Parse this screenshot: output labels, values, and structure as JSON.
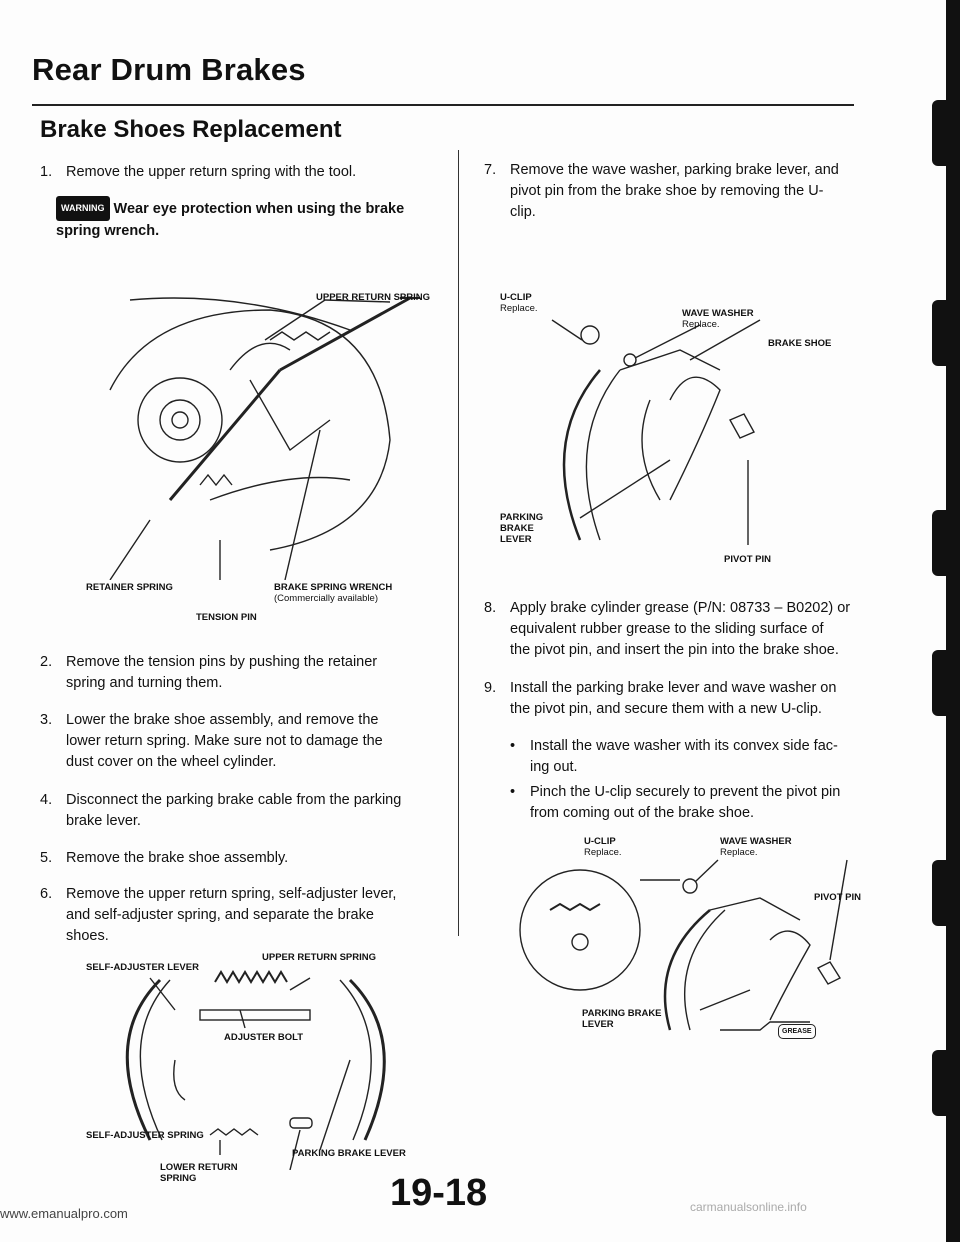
{
  "header": {
    "title": "Rear Drum Brakes",
    "subtitle": "Brake Shoes Replacement"
  },
  "warning": {
    "badge": "WARNING",
    "text": "Wear eye protection when using the brake spring wrench."
  },
  "steps": [
    {
      "num": "1.",
      "lines": [
        "Remove the upper return spring with the tool."
      ]
    },
    {
      "num": "2.",
      "lines": [
        "Remove the tension pins by pushing the retainer",
        "spring and turning them."
      ]
    },
    {
      "num": "3.",
      "lines": [
        "Lower the brake shoe assembly, and remove the",
        "lower return spring. Make sure not to damage the",
        "dust cover on the wheel cylinder."
      ]
    },
    {
      "num": "4.",
      "lines": [
        "Disconnect the parking brake cable from the parking",
        "brake lever."
      ]
    },
    {
      "num": "5.",
      "lines": [
        "Remove the brake shoe assembly."
      ]
    },
    {
      "num": "6.",
      "lines": [
        "Remove the upper return spring, self-adjuster lever,",
        "and self-adjuster spring, and separate the brake",
        "shoes."
      ]
    },
    {
      "num": "7.",
      "lines": [
        "Remove the wave washer, parking brake lever, and",
        "pivot pin from the brake shoe by removing the U-",
        "clip."
      ]
    },
    {
      "num": "8.",
      "lines": [
        "Apply brake cylinder grease (P/N: 08733 – B0202) or",
        "equivalent rubber grease to the sliding surface of",
        "the pivot pin, and insert the pin into the brake shoe."
      ]
    },
    {
      "num": "9.",
      "lines": [
        "Install the parking brake lever and wave washer on",
        "the pivot pin, and secure them with a new U-clip."
      ]
    }
  ],
  "bullets": [
    {
      "lines": [
        "Install the wave washer with its convex side fac-",
        "ing out."
      ]
    },
    {
      "lines": [
        "Pinch the U-clip securely to prevent the pivot pin",
        "from coming out of the brake shoe."
      ]
    }
  ],
  "fig1": {
    "upper_return_spring": "UPPER RETURN SPRING",
    "retainer_spring": "RETAINER SPRING",
    "wrench": "BRAKE SPRING WRENCH",
    "wrench_note": "(Commercially available)",
    "tension_pin": "TENSION PIN"
  },
  "fig2": {
    "self_adjuster_lever": "SELF-ADJUSTER LEVER",
    "upper_return_spring": "UPPER RETURN SPRING",
    "adjuster_bolt": "ADJUSTER BOLT",
    "self_adjuster_spring": "SELF-ADJUSTER SPRING",
    "parking_brake_lever": "PARKING BRAKE LEVER",
    "lower_return_1": "LOWER RETURN",
    "lower_return_2": "SPRING"
  },
  "fig3": {
    "uclip": "U-CLIP",
    "replace": "Replace.",
    "wave_washer": "WAVE WASHER",
    "brake_shoe": "BRAKE SHOE",
    "parking_1": "PARKING",
    "parking_2": "BRAKE",
    "parking_3": "LEVER",
    "pivot_pin": "PIVOT PIN"
  },
  "fig4": {
    "uclip": "U-CLIP",
    "replace": "Replace.",
    "wave_washer": "WAVE WASHER",
    "pivot_pin": "PIVOT PIN",
    "parking_1": "PARKING BRAKE",
    "parking_2": "LEVER",
    "grease": "GREASE"
  },
  "footer": {
    "page_number": "19-18",
    "url": "www.emanualpro.com",
    "watermark": "carmanualsonline.info"
  }
}
